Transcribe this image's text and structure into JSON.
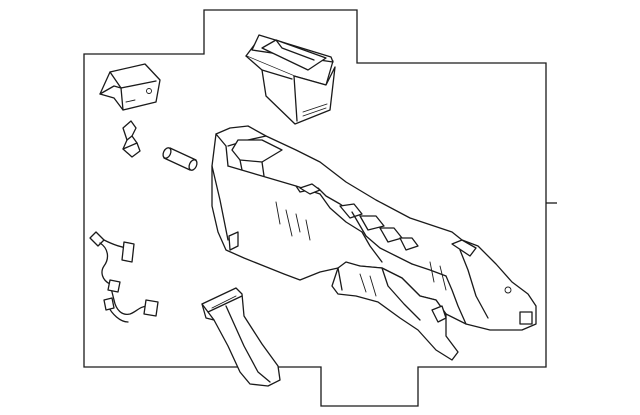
{
  "diagram": {
    "type": "exploded-parts-view",
    "colors": {
      "line": "#1a1a1a",
      "background": "#ffffff"
    },
    "parts": [
      {
        "name": "cup-holder-insert-part"
      },
      {
        "name": "front-bracket-part"
      },
      {
        "name": "clip-part"
      },
      {
        "name": "pin-part"
      },
      {
        "name": "wiring-harness-part"
      },
      {
        "name": "console-body-part"
      },
      {
        "name": "side-panel-part"
      }
    ]
  }
}
